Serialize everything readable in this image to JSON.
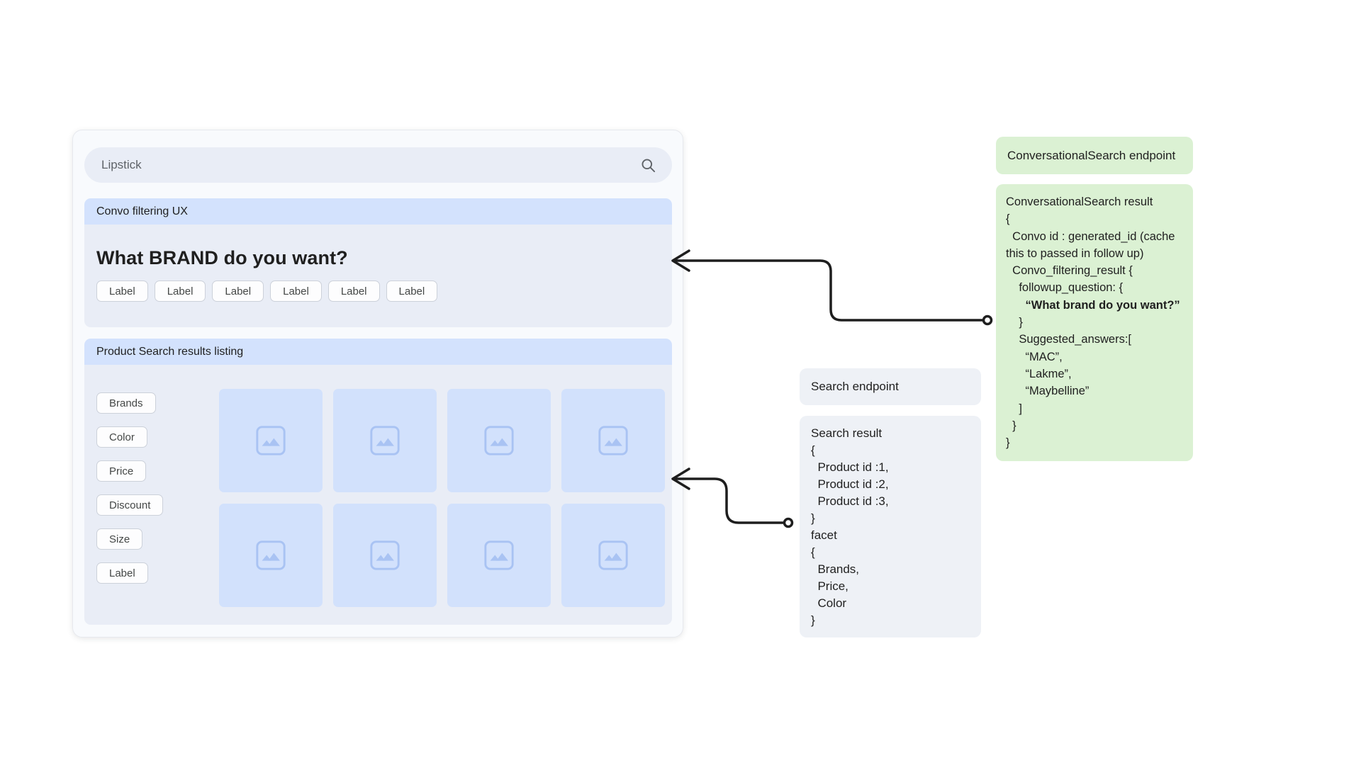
{
  "colors": {
    "accent_blue_header": "#d3e2fd",
    "section_bg": "#e9edf6",
    "tile_bg": "#d2e1fc",
    "tile_icon": "#a9c3f3",
    "note_green": "#dbf1d3",
    "note_gray": "#eef1f6",
    "arrow": "#1e1e1e"
  },
  "search_mock": {
    "search": {
      "query": "Lipstick",
      "icon": "magnifier-icon"
    },
    "convo_section": {
      "header": "Convo filtering UX",
      "question": "What BRAND do you want?",
      "answer_chips": [
        "Label",
        "Label",
        "Label",
        "Label",
        "Label",
        "Label"
      ]
    },
    "results_section": {
      "header": "Product Search results listing",
      "facet_chips": [
        "Brands",
        "Color",
        "Price",
        "Discount",
        "Size",
        "Label"
      ],
      "placeholder_tile_count": 8,
      "tile_icon": "image-placeholder"
    }
  },
  "annotations": {
    "conversational_endpoint": {
      "label": "ConversationalSearch endpoint"
    },
    "conversational_result": {
      "lines": [
        {
          "text": "ConversationalSearch result"
        },
        {
          "text": "{"
        },
        {
          "text": "  Convo id : generated_id (cache"
        },
        {
          "text": "this to passed in follow up)"
        },
        {
          "text": "  Convo_filtering_result {"
        },
        {
          "text": "    followup_question: {"
        },
        {
          "text": "      “What brand do you want?”",
          "bold": true
        },
        {
          "text": "    }"
        },
        {
          "text": "    Suggested_answers:["
        },
        {
          "text": "      “MAC”,"
        },
        {
          "text": "      “Lakme”,"
        },
        {
          "text": "      “Maybelline”"
        },
        {
          "text": "    ]"
        },
        {
          "text": "  }"
        },
        {
          "text": "}"
        }
      ]
    },
    "search_endpoint": {
      "label": "Search endpoint"
    },
    "search_result": {
      "lines": [
        {
          "text": "Search result"
        },
        {
          "text": "{"
        },
        {
          "text": "  Product id :1,"
        },
        {
          "text": "  Product id :2,"
        },
        {
          "text": "  Product id :3,"
        },
        {
          "text": "}"
        },
        {
          "text": "facet"
        },
        {
          "text": "{"
        },
        {
          "text": "  Brands,"
        },
        {
          "text": "  Price,"
        },
        {
          "text": "  Color"
        },
        {
          "text": "}"
        }
      ]
    }
  }
}
